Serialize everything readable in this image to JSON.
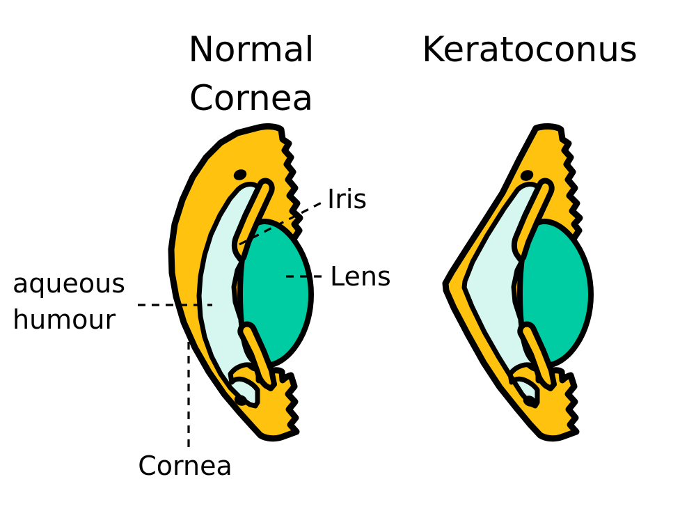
{
  "document": {
    "kind": "anatomical-diagram",
    "subject": "Cross-section comparison of a normal cornea and a keratoconus cornea",
    "background_color": "#FFFFFF"
  },
  "titles": {
    "left_line1": "Normal",
    "left_line2": "Cornea",
    "right": "Keratoconus"
  },
  "labels": {
    "iris": "Iris",
    "lens": "Lens",
    "aqueous_line1": "aqueous",
    "aqueous_line2": "humour",
    "cornea": "Cornea"
  },
  "colors": {
    "sclera_cornea_yellow": "#FFC20E",
    "aqueous_humour_cyan": "#D5F7EF",
    "lens_teal": "#00CCA3",
    "outline_black": "#000000",
    "background_white": "#FFFFFF",
    "text_black": "#000000"
  },
  "structures": [
    {
      "name": "cornea",
      "color": "#FFC20E",
      "description": "Thick outer yellow band, smoothly curved on the normal eye and cone-shaped on the keratoconus eye"
    },
    {
      "name": "aqueous-humour",
      "color": "#D5F7EF",
      "description": "Pale cyan anterior chamber fluid between cornea and lens"
    },
    {
      "name": "lens",
      "color": "#00CCA3",
      "description": "Teal biconvex lens behind the iris"
    },
    {
      "name": "iris",
      "color": "#FFC20E",
      "description": "Yellow flaps projecting inward from the angle toward the lens, above and below the pupil"
    },
    {
      "name": "ciliary-dot",
      "color": "#000000",
      "description": "Small black oval marks in the upper and lower angle regions"
    }
  ],
  "figures": [
    {
      "id": "normal-eye",
      "title": "Normal Cornea",
      "labelled": true,
      "labels": [
        "Iris",
        "Lens",
        "aqueous humour",
        "Cornea"
      ]
    },
    {
      "id": "keratoconus-eye",
      "title": "Keratoconus",
      "labelled": false,
      "labels": []
    }
  ]
}
